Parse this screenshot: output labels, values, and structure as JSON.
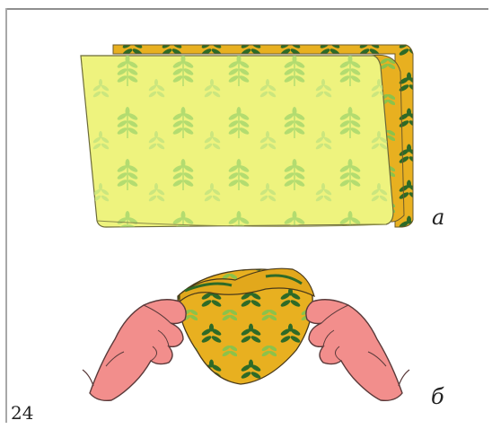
{
  "figure": {
    "number": "24",
    "label_a": "а",
    "label_b": "б"
  },
  "colors": {
    "fabric_light": "#e9f07a",
    "fabric_back": "#e8b41e",
    "leaf_light": "#9fd16a",
    "leaf_dark": "#2c6b2a",
    "skin": "#f08a8a",
    "outline": "#5a4a3a"
  }
}
